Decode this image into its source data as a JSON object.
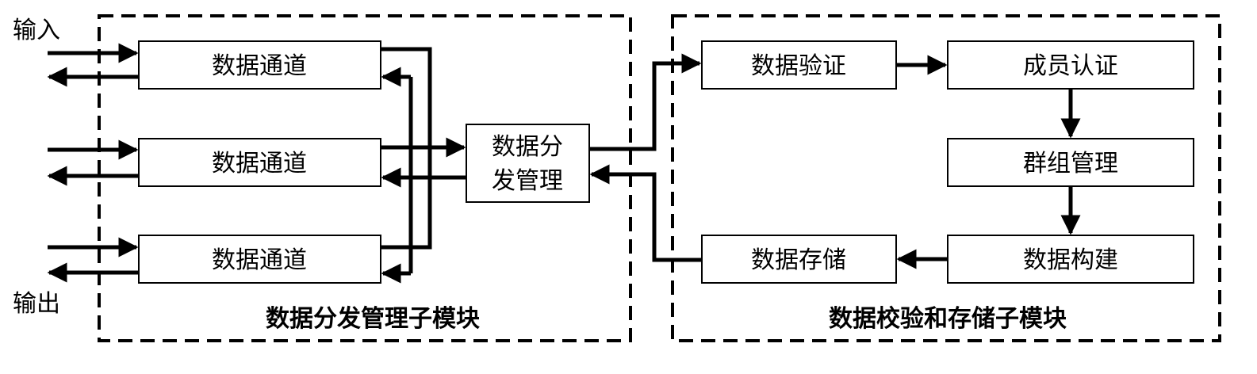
{
  "labels": {
    "input": "输入",
    "output": "输出"
  },
  "left_module": {
    "caption": "数据分发管理子模块",
    "channels": [
      {
        "label": "数据通道"
      },
      {
        "label": "数据通道"
      },
      {
        "label": "数据通道"
      }
    ],
    "manager": {
      "line1": "数据分",
      "line2": "发管理"
    }
  },
  "right_module": {
    "caption": "数据校验和存储子模块",
    "blocks": {
      "verify": "数据验证",
      "member_auth": "成员认证",
      "group_mgmt": "群组管理",
      "data_build": "数据构建",
      "data_store": "数据存储"
    }
  },
  "colors": {
    "line": "#000000",
    "background": "#ffffff"
  }
}
